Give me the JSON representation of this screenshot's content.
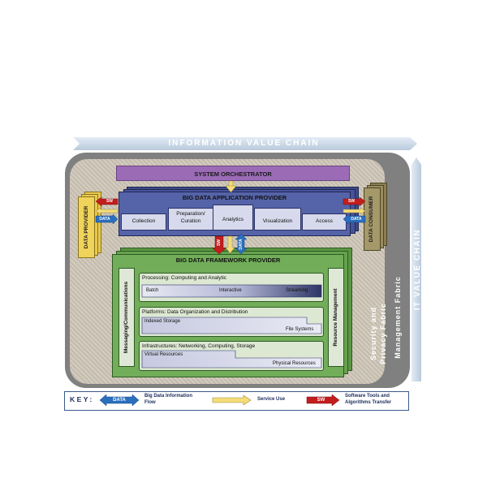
{
  "info_chain": {
    "label": "INFORMATION VALUE CHAIN"
  },
  "it_chain": {
    "label": "IT VALUE CHAIN"
  },
  "management": {
    "label": "Management Fabric"
  },
  "security": {
    "line1": "Security and",
    "line2": "Privacy Fabric"
  },
  "orchestrator": {
    "label": "SYSTEM ORCHESTRATOR"
  },
  "data_provider": {
    "label": "DATA PROVIDER"
  },
  "data_consumer": {
    "label": "DATA CONSUMER"
  },
  "app_provider": {
    "title": "BIG DATA APPLICATION PROVIDER",
    "activities": [
      "Collection",
      "Preparation/ Curation",
      "Analytics",
      "Visualization",
      "Access"
    ]
  },
  "framework": {
    "title": "BIG DATA FRAMEWORK PROVIDER",
    "messaging": "Messaging/Communications",
    "resource": "Resource Management",
    "processing": {
      "title": "Processing: Computing and Analytic",
      "batch": "Batch",
      "interactive": "Interactive",
      "streaming": "Streaming"
    },
    "platforms": {
      "title": "Platforms: Data Organization and Distribution",
      "indexed": "Indexed Storage",
      "files": "File Systems"
    },
    "infra": {
      "title": "Infrastructures: Networking, Computing, Storage",
      "virtual": "Virtual Resources",
      "physical": "Physical Resources"
    }
  },
  "arrow_labels": {
    "sw": "SW",
    "data": "DATA"
  },
  "key": {
    "title": "KEY:",
    "data_label": "DATA",
    "data_desc_1": "Big Data Information",
    "data_desc_2": "Flow",
    "service_desc": "Service Use",
    "sw_label": "SW",
    "sw_desc_1": "Software Tools and",
    "sw_desc_2": "Algorithms Transfer"
  },
  "colors": {
    "chain_blue": "#cfdbe8",
    "chain_text": "#ffffff",
    "outer_gray": "#7f7f7f",
    "fabric_tan": "#cfc6b8",
    "orchestrator_purple": "#9a68b4",
    "app_blue": "#43508f",
    "framework_green": "#5f9a49",
    "provider_gold": "#e7c64c",
    "consumer_olive": "#8c7f52",
    "sw_red": "#c01d1d",
    "data_blue": "#2a6fbe",
    "service_yellow": "#f4dc79"
  }
}
